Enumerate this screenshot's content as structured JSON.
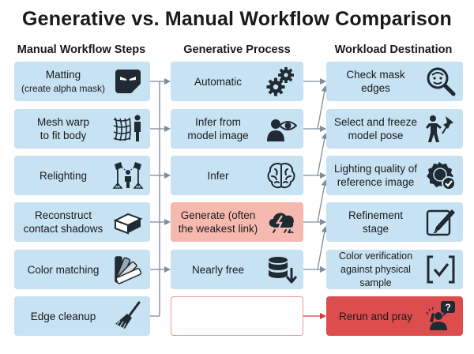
{
  "title": "Generative vs. Manual Workflow Comparison",
  "columns": {
    "manual": "Manual Workflow Steps",
    "generative": "Generative Process",
    "destination": "Workload Destination"
  },
  "manual_steps": [
    {
      "label": "Matting",
      "sub": "(create alpha mask)",
      "icon": "mask-icon"
    },
    {
      "label": "Mesh warp\nto fit body",
      "icon": "mesh-warp-icon"
    },
    {
      "label": "Relighting",
      "icon": "studio-lights-icon"
    },
    {
      "label": "Reconstruct\ncontact shadows",
      "icon": "shadow-box-icon"
    },
    {
      "label": "Color matching",
      "icon": "color-swatch-icon"
    },
    {
      "label": "Edge cleanup",
      "icon": "broom-icon"
    }
  ],
  "generative_steps": [
    {
      "label": "Automatic",
      "icon": "gears-icon"
    },
    {
      "label": "Infer from\nmodel image",
      "icon": "eye-person-icon"
    },
    {
      "label": "Infer",
      "icon": "brain-icon"
    },
    {
      "label": "Generate (often\nthe weakest link)",
      "icon": "storm-cloud-icon"
    },
    {
      "label": "Nearly free",
      "icon": "database-icon"
    },
    {
      "label": "",
      "icon": ""
    }
  ],
  "destinations": [
    {
      "label": "Check mask\nedges",
      "icon": "magnifier-face-icon"
    },
    {
      "label": "Select and freeze\nmodel pose",
      "icon": "pose-pin-icon"
    },
    {
      "label": "Lighting quality of\nreference image",
      "icon": "quality-badge-icon"
    },
    {
      "label": "Refinement\nstage",
      "icon": "pencil-edit-icon"
    },
    {
      "label": "Color verification\nagainst physical\nsample",
      "icon": "check-bracket-icon"
    },
    {
      "label": "Rerun and pray",
      "icon": "praying-person-icon"
    }
  ],
  "colors": {
    "box": "#c7e2f3",
    "highlight": "#f6b9b0",
    "danger": "#de4d4d",
    "empty_border": "#e99a93",
    "wire": "#7d8d99",
    "wire_red": "#d63a3a",
    "icon": "#1f2a33"
  }
}
